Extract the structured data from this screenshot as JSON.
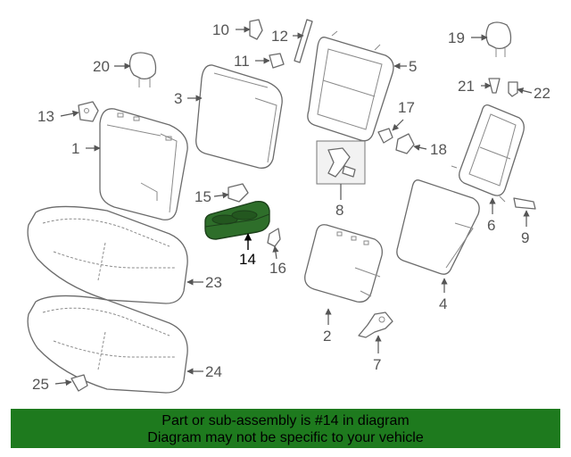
{
  "diagram": {
    "callouts": [
      "1",
      "2",
      "3",
      "4",
      "5",
      "6",
      "7",
      "8",
      "9",
      "10",
      "11",
      "12",
      "13",
      "14",
      "15",
      "16",
      "17",
      "18",
      "19",
      "20",
      "21",
      "22",
      "23",
      "24",
      "25"
    ],
    "highlighted_part": "14",
    "highlight_color": "#2e6e2a"
  },
  "banner": {
    "line1": "Part or sub-assembly is #14 in diagram",
    "line2": "Diagram may not be specific to your vehicle",
    "background": "#1e7a1e"
  }
}
